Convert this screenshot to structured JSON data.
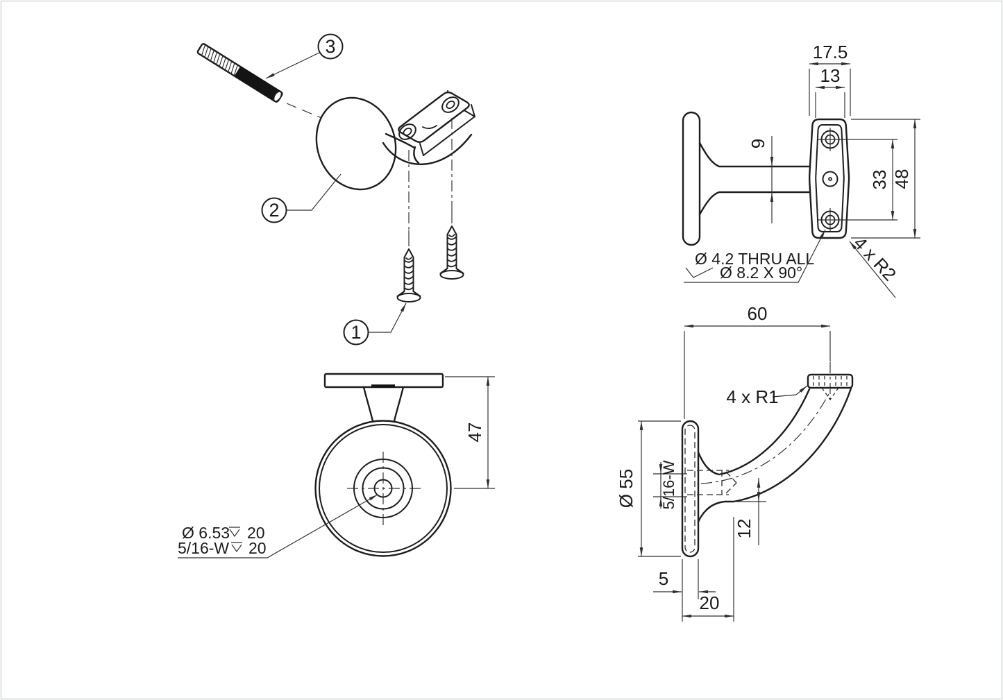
{
  "page": {
    "background": "#ffffff",
    "line_color": "#1d1d1d"
  },
  "exploded_view": {
    "balloon_1": "1",
    "balloon_2": "2",
    "balloon_3": "3"
  },
  "front_view": {
    "dim_saddle_width": "17.5",
    "dim_boss_width": "13",
    "dim_stem_width": "9",
    "dim_hole_spacing": "33",
    "dim_saddle_height": "48",
    "hole_note_line1": "Ø 4.2 THRU ALL",
    "hole_note_line2": "Ø 8.2 X 90°",
    "corner_note": "4 x R2"
  },
  "plan_view": {
    "dim_center_height": "47",
    "thread_note_line1_dia": "Ø 6.53",
    "thread_note_line1_depth": "20",
    "thread_note_line2_thread": "5/16-W",
    "thread_note_line2_depth": "20"
  },
  "side_view": {
    "dim_reach": "60",
    "corner_note": "4 x R1",
    "dim_plate_dia": "Ø 55",
    "thread_label": "5/16-W",
    "dim_arm_width": "12",
    "dim_plate_thickness": "5",
    "dim_boss_depth": "20"
  }
}
